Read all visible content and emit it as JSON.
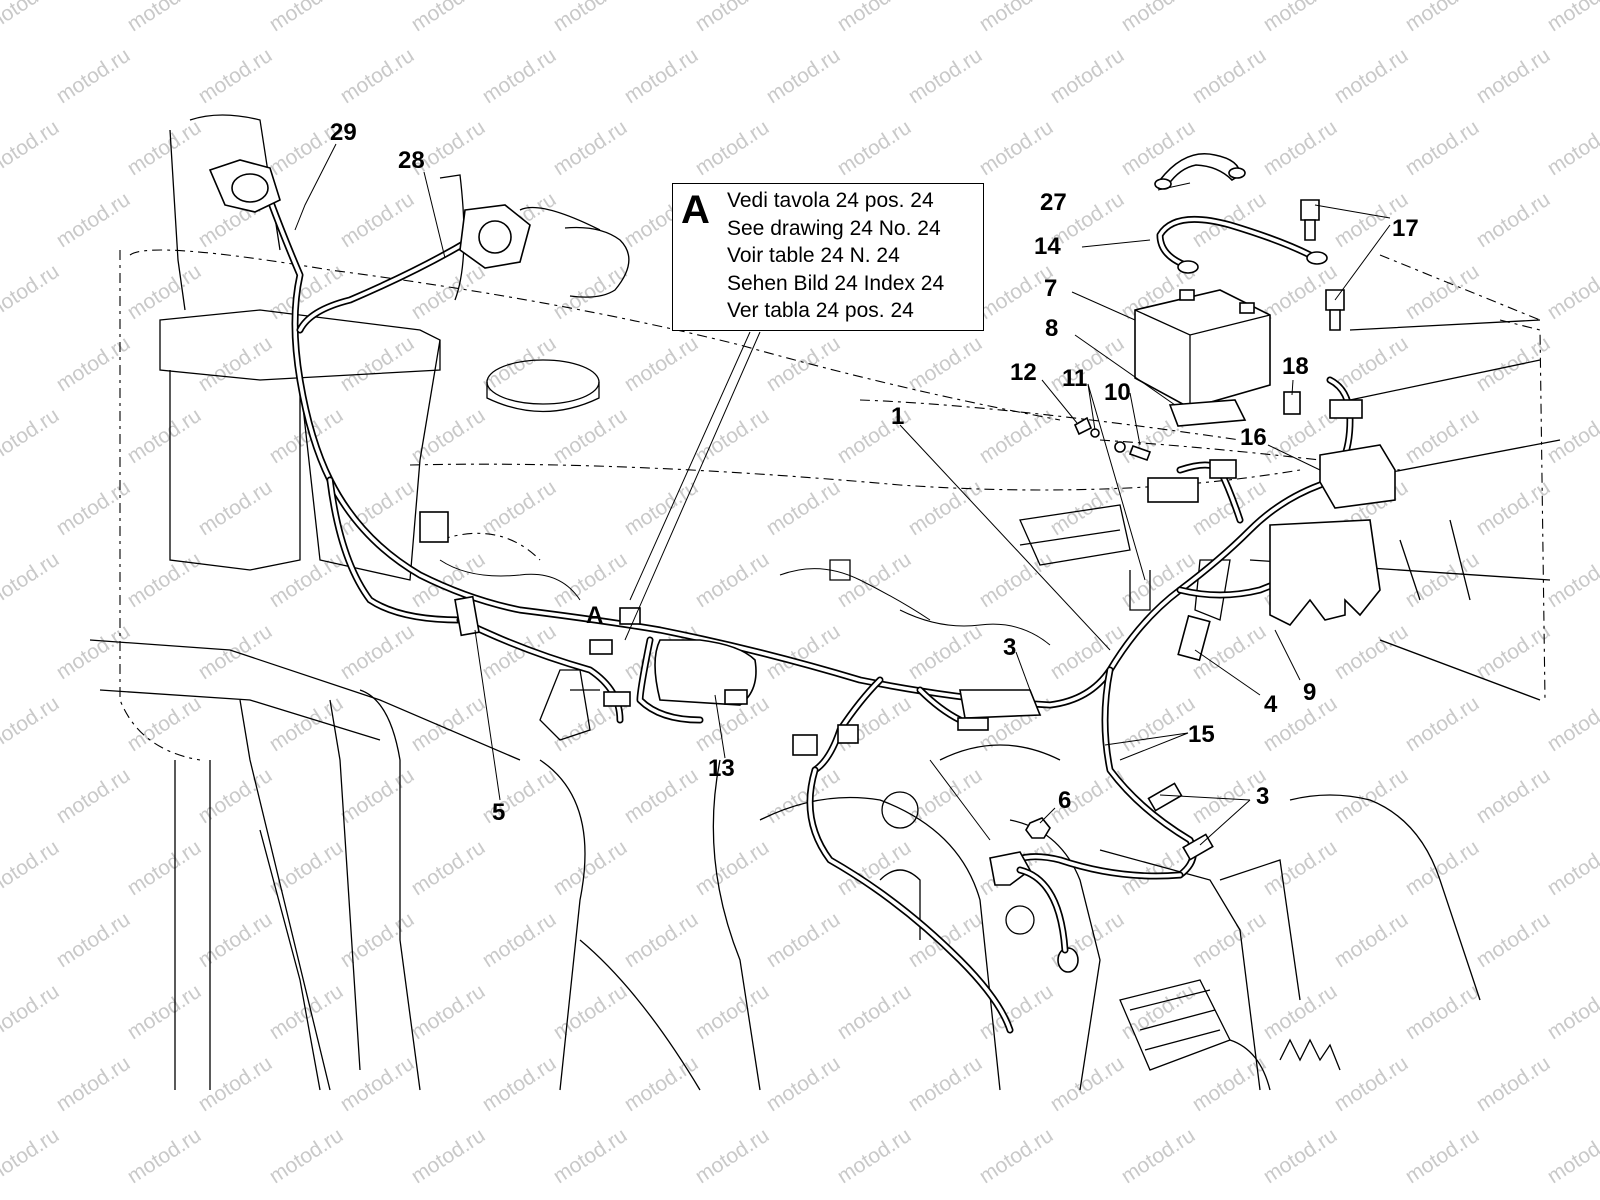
{
  "watermark": "motod.ru",
  "note": {
    "letter": "A",
    "lines": [
      "Vedi tavola 24 pos. 24",
      "See drawing 24 No. 24",
      "Voir table 24 N. 24",
      "Sehen Bild 24 Index 24",
      "Ver tabla 24 pos. 24"
    ]
  },
  "detail_marker": "A",
  "callouts": {
    "c1": "1",
    "c3a": "3",
    "c3b": "3",
    "c4": "4",
    "c5": "5",
    "c6": "6",
    "c7": "7",
    "c8": "8",
    "c9": "9",
    "c10": "10",
    "c11": "11",
    "c12": "12",
    "c13": "13",
    "c14": "14",
    "c15": "15",
    "c16": "16",
    "c17": "17",
    "c18": "18",
    "c27": "27",
    "c28": "28",
    "c29": "29"
  }
}
